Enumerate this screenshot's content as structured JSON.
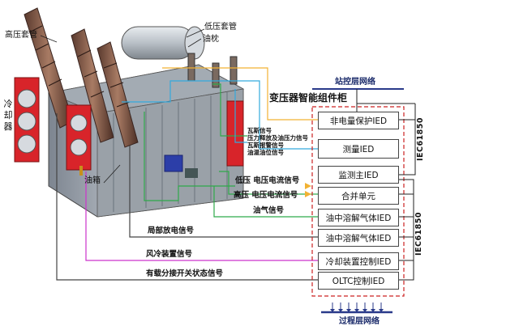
{
  "labels": {
    "hv_bushing": "高压套管",
    "lv_bushing": "低压套管",
    "conservator": "油枕",
    "cooler": "冷却器",
    "tank": "油箱",
    "station_network": "站控层网络",
    "cabinet_title": "变压器智能组件柜",
    "process_network": "过程层网络",
    "iec_top": "IEC61850",
    "iec_bottom": "IEC61850"
  },
  "ieds": [
    "非电量保护IED",
    "测量IED",
    "监测主IED",
    "合并单元",
    "油中溶解气体IED",
    "油中溶解气体IED",
    "冷却装置控制IED",
    "OLTC控制IED"
  ],
  "signals": {
    "s1": "瓦斯信号",
    "s2": "压力释放及油压力信号",
    "s3": "瓦斯报警信号",
    "s4": "油温油位信号",
    "lv_vi": "低压 电压电流信号",
    "hv_vi": "高压 电压电流信号",
    "oil_gas": "油气信号",
    "pd": "局部放电信号",
    "cooling": "风冷装置信号",
    "oltc": "有载分接开关状态信号"
  },
  "colors": {
    "dashed_red": "#cc2222",
    "hv_line": "#f2b233",
    "green_line": "#2faa4a",
    "magenta_line": "#cc33cc",
    "cyan_line": "#33aadd",
    "cooler_red": "#d8242a",
    "process_arrows": "#2a3a8a"
  }
}
